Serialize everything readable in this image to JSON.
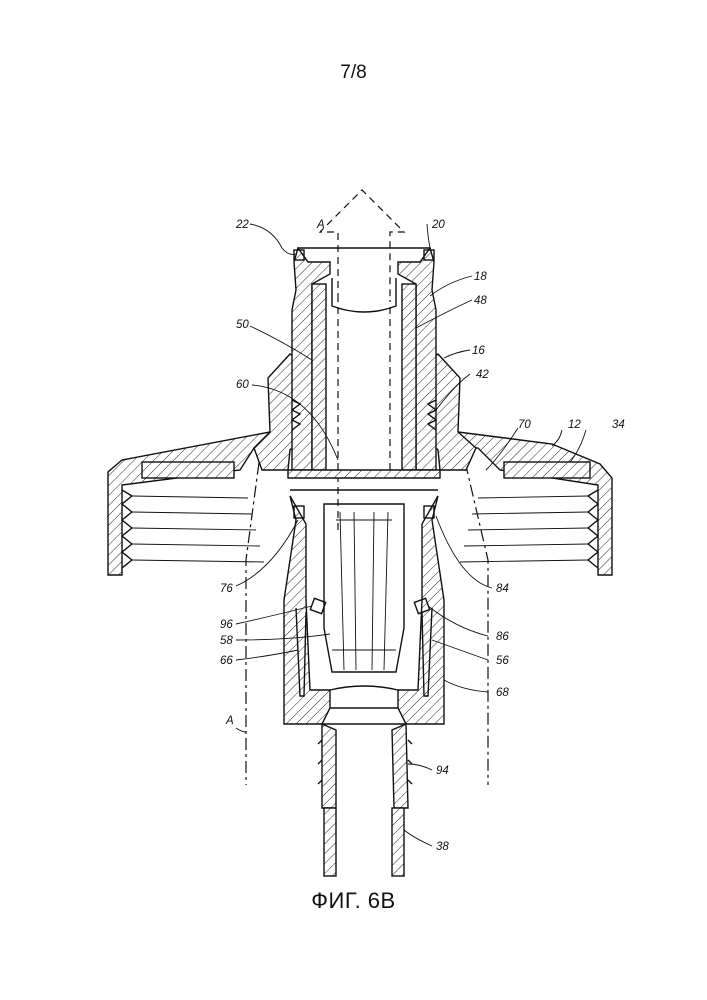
{
  "sheet": {
    "page_number": "7/8"
  },
  "figure": {
    "caption": "ФИГ. 6В",
    "labels": {
      "l22": "22",
      "lA_top": "A",
      "l20": "20",
      "l18": "18",
      "l48": "48",
      "l50": "50",
      "l16": "16",
      "l42": "42",
      "l60": "60",
      "l70": "70",
      "l12": "12",
      "l34": "34",
      "l76": "76",
      "l84": "84",
      "l96": "96",
      "l58": "58",
      "l66": "66",
      "l86": "86",
      "l56": "56",
      "l68": "68",
      "lA_bottom": "A",
      "l94": "94",
      "l38": "38"
    }
  }
}
